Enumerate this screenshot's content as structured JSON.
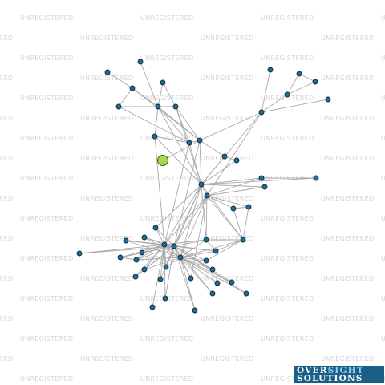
{
  "watermark": {
    "text": "UNREGISTERED",
    "color": "#d6d6d6"
  },
  "logo": {
    "word1a": "OVER",
    "word1b": "SIGHT",
    "word2": "SOLUTIONS",
    "bg": "#1b5f86"
  },
  "graph": {
    "node_color": "#1f6b92",
    "focus_color": "#a4d94b",
    "edge_color": "#a9a9a9"
  }
}
